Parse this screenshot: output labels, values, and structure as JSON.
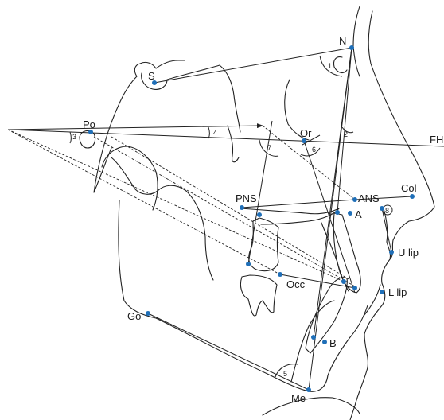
{
  "colors": {
    "landmark": "#1f6fb8",
    "line": "#222222"
  },
  "landmarks": {
    "N": "N",
    "S": "S",
    "Po": "Po",
    "Or": "Or",
    "FH": "FH",
    "PNS": "PNS",
    "ANS": "ANS",
    "A": "A",
    "Col": "Col",
    "U_lip": "U lip",
    "Occ": "Occ",
    "L_lip": "L lip",
    "Go": "Go",
    "B": "B",
    "Me": "Me"
  },
  "angles": [
    "1",
    "2",
    "3",
    "4",
    "5",
    "6",
    "7",
    "8"
  ]
}
